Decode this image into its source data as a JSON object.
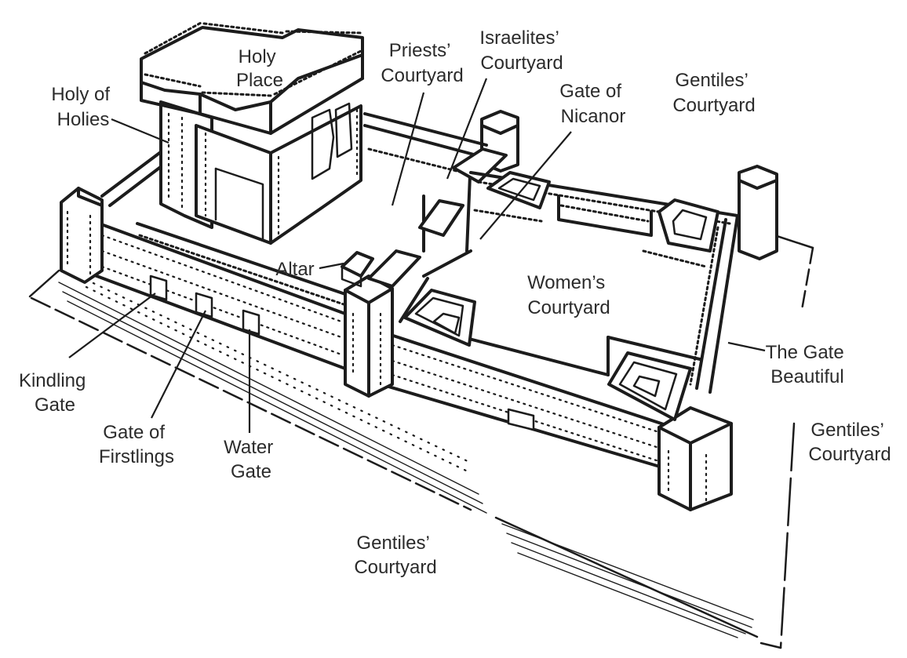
{
  "labels": {
    "holy_place": [
      "Holy",
      "Place"
    ],
    "holy_of_holies": [
      "Holy of",
      "Holies"
    ],
    "priests_courtyard": [
      "Priests’",
      "Courtyard"
    ],
    "israelites_courtyard": [
      "Israelites’",
      "Courtyard"
    ],
    "gate_of_nicanor": [
      "Gate of",
      "Nicanor"
    ],
    "gentiles_courtyard_top": [
      "Gentiles’",
      "Courtyard"
    ],
    "altar": "Altar",
    "womens_courtyard": [
      "Women’s",
      "Courtyard"
    ],
    "gate_beautiful": [
      "The Gate",
      "Beautiful"
    ],
    "gentiles_courtyard_right": [
      "Gentiles’",
      "Courtyard"
    ],
    "kindling_gate": [
      "Kindling",
      "Gate"
    ],
    "gate_of_firstlings": [
      "Gate of",
      "Firstlings"
    ],
    "water_gate": [
      "Water",
      "Gate"
    ],
    "gentiles_courtyard_bottom": [
      "Gentiles’",
      "Courtyard"
    ]
  }
}
